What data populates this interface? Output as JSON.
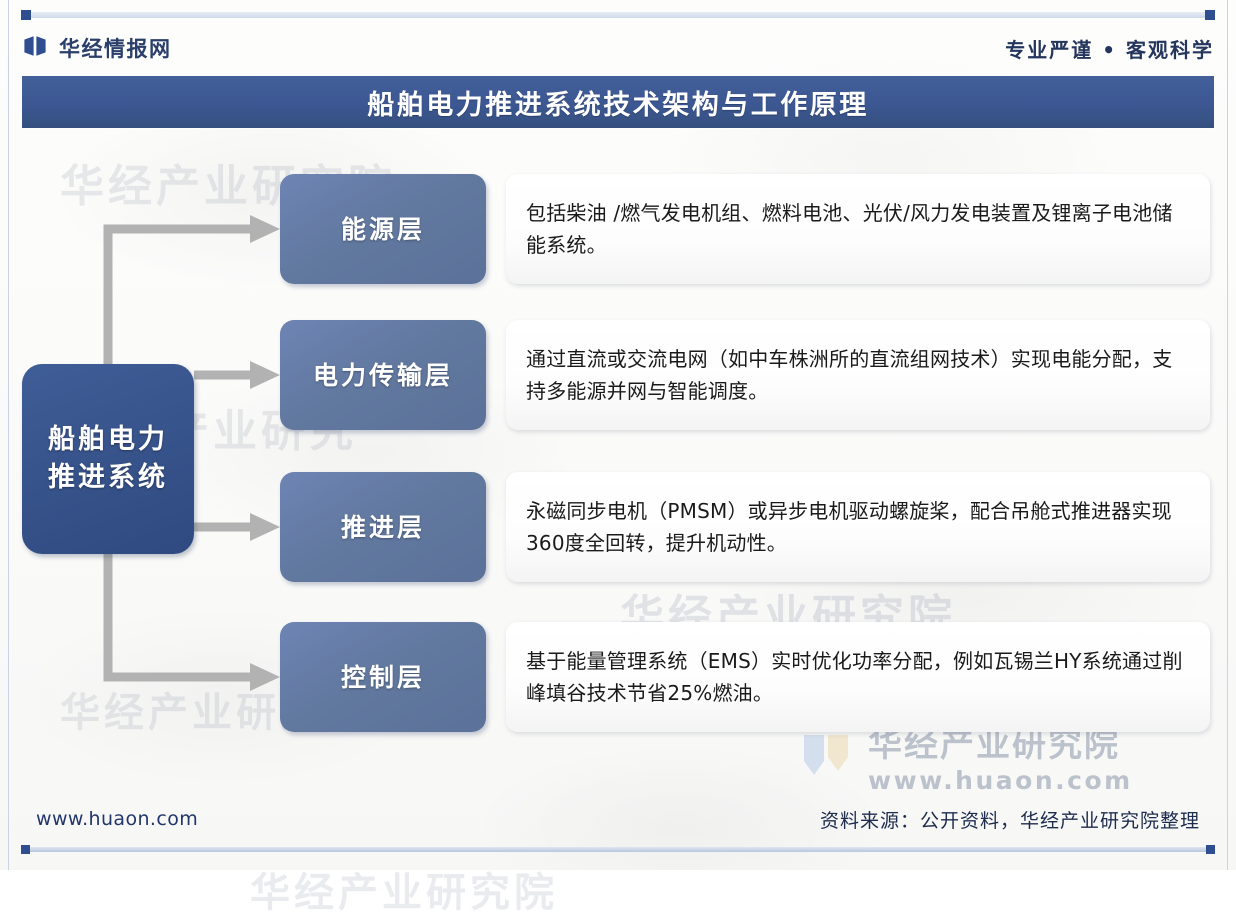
{
  "header": {
    "brand_icon": "open-book-icon",
    "brand_name": "华经情报网",
    "slogan": "专业严谨 • 客观科学"
  },
  "title": {
    "text": "船舶电力推进系统技术架构与工作原理"
  },
  "diagram": {
    "root_label": "船舶电力推进系统",
    "rows": [
      {
        "category": "能源层",
        "description": "包括柴油 /燃气发电机组、燃料电池、光伏/风力发电装置及锂离子电池储能系统。"
      },
      {
        "category": "电力传输层",
        "description": "通过直流或交流电网（如中车株洲所的直流组网技术）实现电能分配，支持多能源并网与智能调度。"
      },
      {
        "category": "推进层",
        "description": "永磁同步电机（PMSM）或异步电机驱动螺旋桨，配合吊舱式推进器实现360度全回转，提升机动性。"
      },
      {
        "category": "控制层",
        "description": "基于能量管理系统（EMS）实时优化功率分配，例如瓦锡兰HY系统通过削峰填谷技术节省25%燃油。"
      }
    ]
  },
  "watermarks": {
    "w1": "华经产业研究院",
    "w2": "产业研究",
    "w3": "华经产业研究院",
    "w4": "华经产业研究院",
    "w5": "华经产业研究院",
    "logo_text": "华经产业研究院",
    "logo_url": "www.huaon.com"
  },
  "footer": {
    "url": "www.huaon.com",
    "source": "资料来源：公开资料，华经产业研究院整理"
  },
  "colors": {
    "title_band": "#3c5792",
    "root_node": "#38548c",
    "category_box": "#61789f",
    "connector": "#b0b0b0",
    "accent_cap": "#2f4e8f"
  }
}
